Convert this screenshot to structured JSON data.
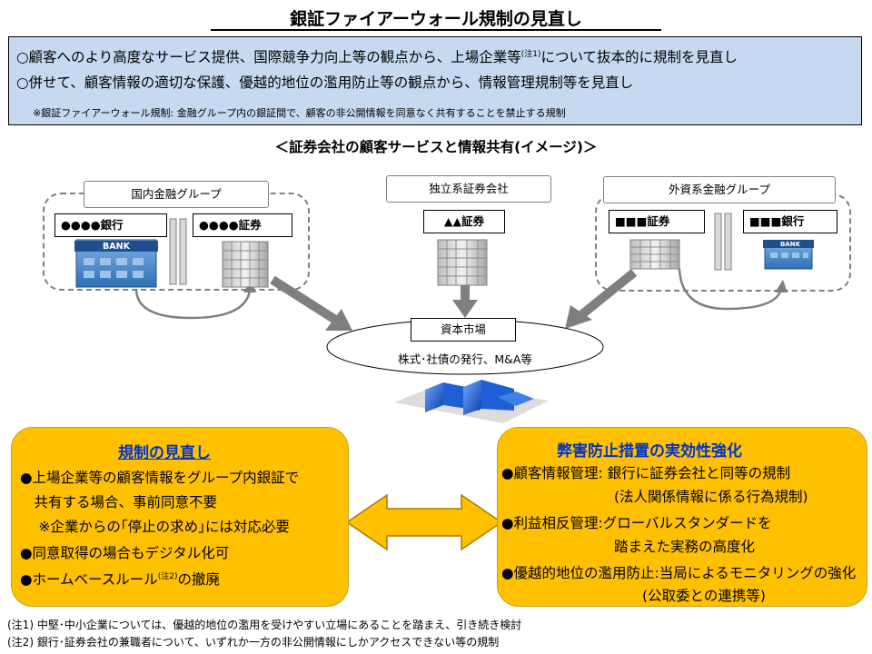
{
  "title": "銀証ファイアーウォール規制の見直し",
  "summary": {
    "line1_pre": "○顧客へのより高度なサービス提供、国際競争力向上等の観点から、上場企業等",
    "line1_sup": "(注1)",
    "line1_post": "について抜本的に規制を見直し",
    "line2": "○併せて、顧客情報の適切な保護、優越的地位の濫用防止等の観点から、情報管理規制等を見直し",
    "note": "※銀証ファイアーウォール規制: 金融グループ内の銀証間で、顧客の非公開情報を同意なく共有することを禁止する規制"
  },
  "subtitle": "＜証券会社の顧客サービスと情報共有(イメージ)＞",
  "groups": {
    "domestic": {
      "label": "国内金融グループ",
      "bank": "●●●●銀行",
      "securities": "●●●●証券"
    },
    "independent": {
      "label": "独立系証券会社",
      "securities": "▲▲証券"
    },
    "foreign": {
      "label": "外資系金融グループ",
      "securities": "■■■証券",
      "bank": "■■■銀行"
    }
  },
  "bank_sign": "BANK",
  "market": {
    "label": "資本市場",
    "detail": "株式･社債の発行、M&A等"
  },
  "left_panel": {
    "title": "規制の見直し",
    "items": [
      "●上場企業等の顧客情報をグループ内銀証で",
      "　共有する場合、事前同意不要",
      "　 ※企業からの｢停止の求め｣には対応必要",
      "●同意取得の場合もデジタル化可"
    ],
    "item5_pre": "●ホームベースルール",
    "item5_sup": "(注2)",
    "item5_post": "の撤廃"
  },
  "right_panel": {
    "title": "弊害防止措置の実効性強化",
    "items": [
      "●顧客情報管理: 銀行に証券会社と同等の規制",
      "　　　　　　　　(法人関係情報に係る行為規制)",
      "●利益相反管理:グローバルスタンダードを",
      "　　　　　　　　踏まえた実務の高度化",
      "●優越的地位の濫用防止:当局によるモニタリングの強化",
      "　　　　　　　　　　(公取委との連携等)"
    ]
  },
  "footnotes": [
    "(注1) 中堅･中小企業については、優越的地位の濫用を受けやすい立場にあることを踏まえ、引き続き検討",
    "(注2) 銀行･証券会社の兼職者について、いずれか一方の非公開情報にしかアクセスできない等の規制"
  ],
  "colors": {
    "summary_bg": "#c6d9f1",
    "panel_bg": "#ffc000",
    "panel_title": "#0033cc",
    "arrow_gray": "#7f7f7f",
    "bank_blue": "#2f6fb5",
    "dashed_border": "#7f7f7f"
  }
}
